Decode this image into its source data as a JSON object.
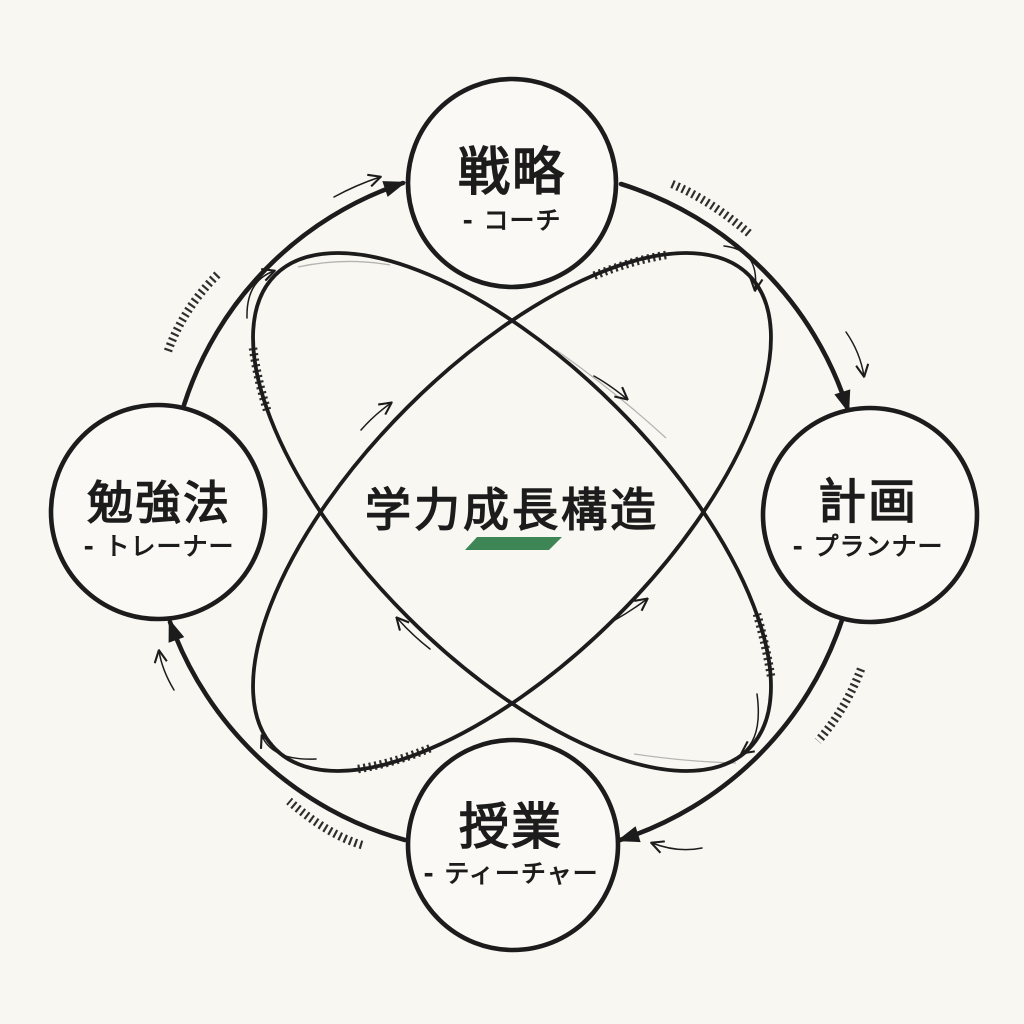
{
  "canvas": {
    "background": "#f8f7f2",
    "ink": "#1c1c1c",
    "accent_green": "#3e8656"
  },
  "center": {
    "title": "学力成長構造"
  },
  "nodes": {
    "top": {
      "label": "戦略",
      "subtitle": "- コーチ"
    },
    "right": {
      "label": "計画",
      "subtitle": "- プランナー"
    },
    "bottom": {
      "label": "授業",
      "subtitle": "- ティーチャー"
    },
    "left": {
      "label": "勉強法",
      "subtitle": "- トレーナー"
    }
  }
}
